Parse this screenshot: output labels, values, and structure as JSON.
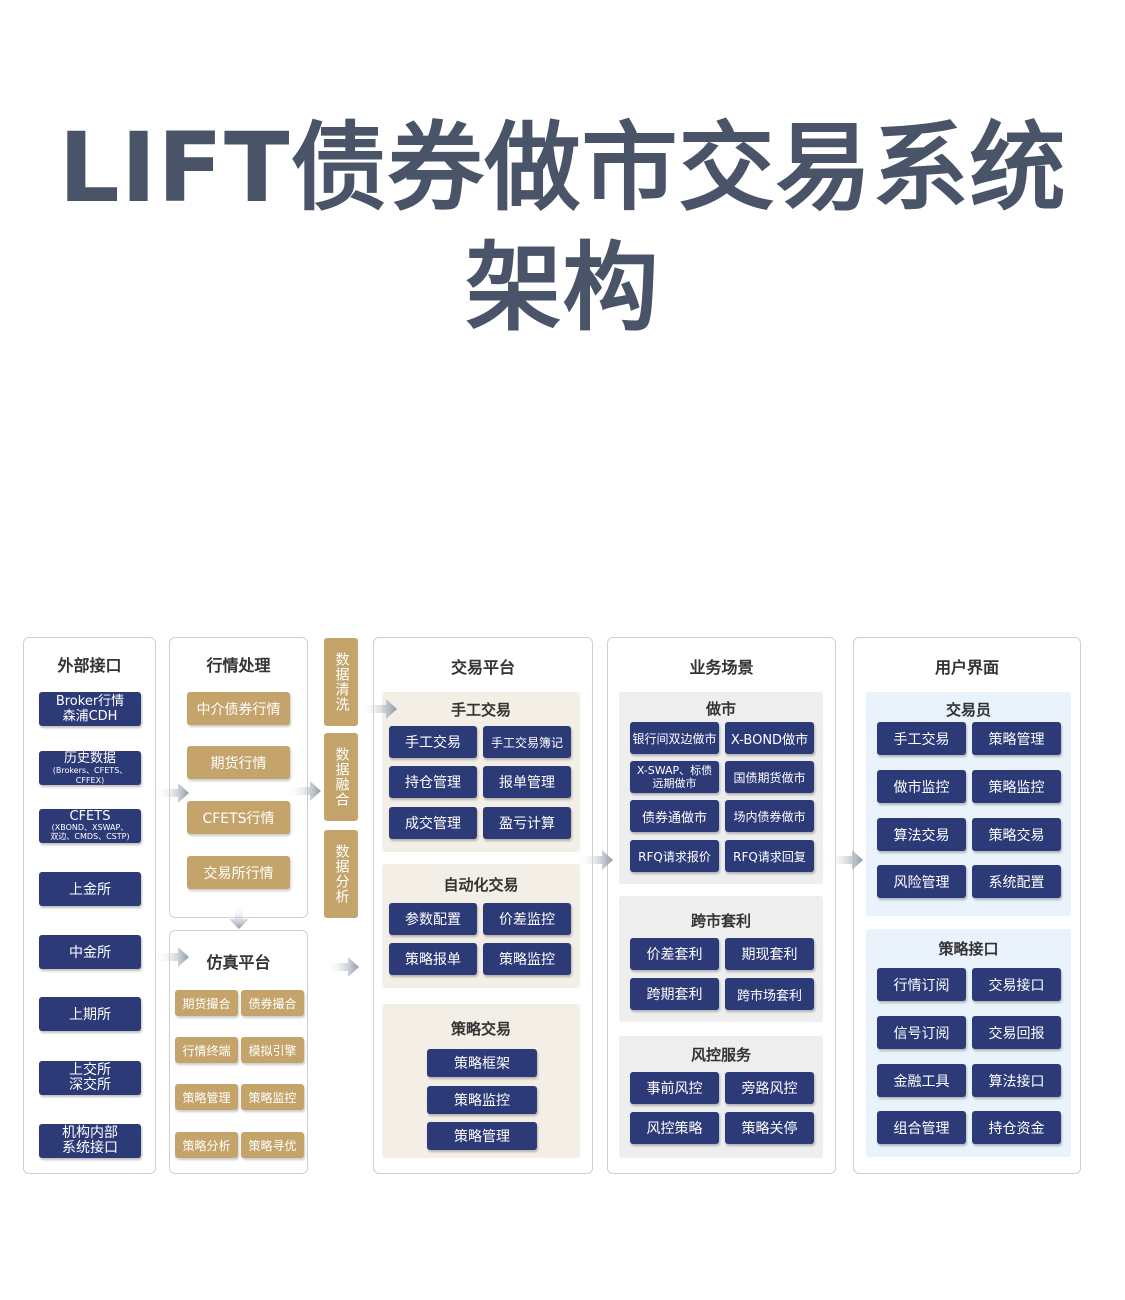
{
  "title": "LIFT债券做市交易系统架构",
  "columns": {
    "external": {
      "title": "外部接口",
      "items": [
        {
          "main": "Broker行情",
          "line2": "森浦CDH"
        },
        {
          "main": "历史数据",
          "sub": "(Brokers、CFETS、CFFEX)"
        },
        {
          "main": "CFETS",
          "sub": "(XBOND、XSWAP、",
          "sub2": "双边、CMDS、CSTP)"
        },
        {
          "main": "上金所"
        },
        {
          "main": "中金所"
        },
        {
          "main": "上期所"
        },
        {
          "main": "上交所",
          "line2": "深交所"
        },
        {
          "main": "机构内部",
          "line2": "系统接口"
        }
      ]
    },
    "market": {
      "title": "行情处理",
      "items": [
        "中介债券行情",
        "期货行情",
        "CFETS行情",
        "交易所行情"
      ]
    },
    "simulation": {
      "title": "仿真平台",
      "items": [
        "期货撮合",
        "债券撮合",
        "行情终端",
        "模拟引擎",
        "策略管理",
        "策略监控",
        "策略分析",
        "策略寻优"
      ]
    },
    "data_steps": [
      "数据清洗",
      "数据融合",
      "数据分析"
    ],
    "trading": {
      "title": "交易平台",
      "manual": {
        "title": "手工交易",
        "items": [
          "手工交易",
          "手工交易簿记",
          "持仓管理",
          "报单管理",
          "成交管理",
          "盈亏计算"
        ]
      },
      "auto": {
        "title": "自动化交易",
        "items": [
          "参数配置",
          "价差监控",
          "策略报单",
          "策略监控"
        ]
      },
      "strategy": {
        "title": "策略交易",
        "items": [
          "策略框架",
          "策略监控",
          "策略管理"
        ]
      }
    },
    "business": {
      "title": "业务场景",
      "mm": {
        "title": "做市",
        "items": [
          "银行间双边做市",
          "X-BOND做市",
          "X-SWAP、标债",
          "远期做市",
          "国债期货做市",
          "债券通做市",
          "场内债券做市",
          "RFQ请求报价",
          "RFQ请求回复"
        ]
      },
      "arb": {
        "title": "跨市套利",
        "items": [
          "价差套利",
          "期现套利",
          "跨期套利",
          "跨市场套利"
        ]
      },
      "risk": {
        "title": "风控服务",
        "items": [
          "事前风控",
          "旁路风控",
          "风控策略",
          "策略关停"
        ]
      }
    },
    "ui": {
      "title": "用户界面",
      "trader": {
        "title": "交易员",
        "items": [
          "手工交易",
          "策略管理",
          "做市监控",
          "策略监控",
          "算法交易",
          "策略交易",
          "风险管理",
          "系统配置"
        ]
      },
      "api": {
        "title": "策略接口",
        "items": [
          "行情订阅",
          "交易接口",
          "信号订阅",
          "交易回报",
          "金融工具",
          "算法接口",
          "组合管理",
          "持仓资金"
        ]
      }
    }
  },
  "colors": {
    "navy": "#2c3a78",
    "gold": "#c5a46b",
    "beige": "#f3efe6",
    "gray": "#eeeeee",
    "lightblue": "#eaf3fb",
    "title": "#4a5468"
  }
}
